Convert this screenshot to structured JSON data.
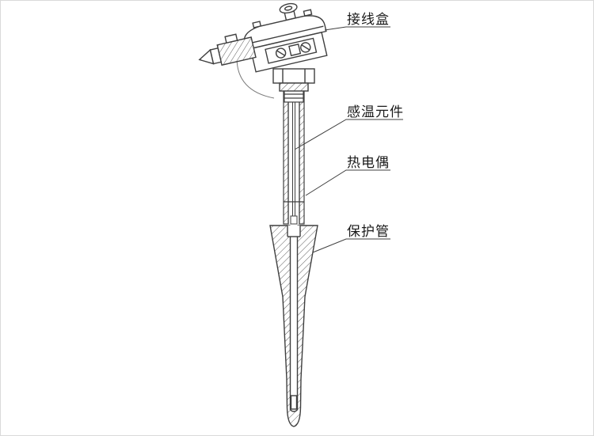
{
  "diagram": {
    "type": "technical-cross-section-drawing",
    "colors": {
      "line": "#3f3f3f",
      "background": "#ffffff",
      "label_text": "#1a1a1a",
      "hatch": "#5a5a5a"
    },
    "labels": {
      "junction_box": "接线盒",
      "sensing_element": "感温元件",
      "thermocouple": "热电偶",
      "protection_tube": "保护管"
    }
  }
}
